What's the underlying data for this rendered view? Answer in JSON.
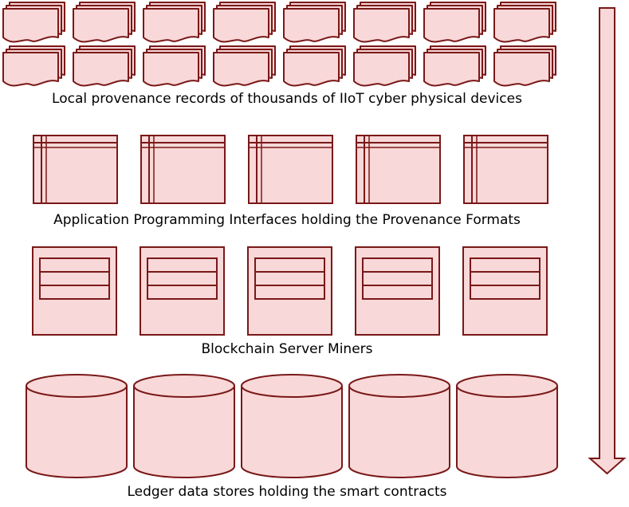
{
  "colors": {
    "fill": "#f8d8d8",
    "stroke": "#7a1818",
    "arrow_fill": "#f8d8d8",
    "text": "#000000"
  },
  "layers": [
    {
      "label": "Local provenance records of thousands of IIoT cyber physical devices",
      "icon": "stacked-document-icon",
      "count": 16
    },
    {
      "label": "Application Programming Interfaces holding the Provenance Formats",
      "icon": "api-window-icon",
      "count": 5
    },
    {
      "label": "Blockchain Server Miners",
      "icon": "server-icon",
      "count": 5
    },
    {
      "label": "Ledger data stores holding the smart contracts",
      "icon": "database-cylinder-icon",
      "count": 5
    }
  ],
  "flow_arrow": {
    "icon": "down-arrow-icon",
    "direction": "down"
  }
}
